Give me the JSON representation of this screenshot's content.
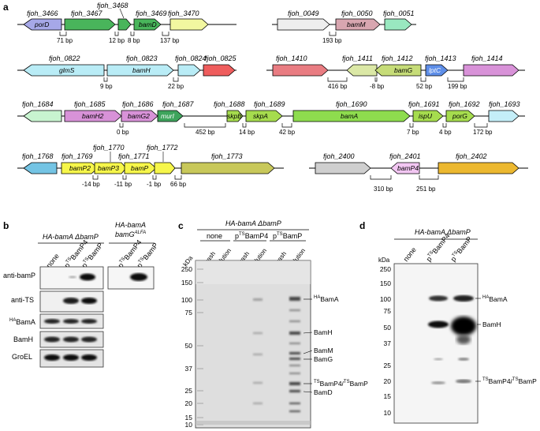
{
  "panels": {
    "a": "a",
    "b": "b",
    "c": "c",
    "d": "d"
  },
  "panel_a": {
    "row1_left": {
      "genes": [
        "fjoh_3466",
        "fjoh_3467",
        "fjoh_3468",
        "fjoh_3469",
        "fjoh_3470"
      ],
      "names": [
        "porD",
        "",
        "",
        "bamD",
        ""
      ],
      "gaps": [
        "71 bp",
        "12 bp",
        "8 bp",
        "137 bp"
      ]
    },
    "row1_right": {
      "genes": [
        "fjoh_0049",
        "fjoh_0050",
        "fjoh_0051"
      ],
      "names": [
        "",
        "bamM",
        ""
      ],
      "gaps": [
        "193 bp"
      ]
    },
    "row2_left": {
      "genes": [
        "fjoh_0822",
        "fjoh_0823",
        "fjoh_0824",
        "fjoh_0825"
      ],
      "names": [
        "glmS",
        "bamH",
        "",
        ""
      ],
      "gaps": [
        "9 bp",
        "22 bp"
      ]
    },
    "row2_right": {
      "genes": [
        "fjoh_1410",
        "fjoh_1411",
        "fjoh_1412",
        "fjoh_1413",
        "fjoh_1414"
      ],
      "names": [
        "",
        "",
        "bamG",
        "lptC",
        ""
      ],
      "gaps": [
        "416 bp",
        "-8 bp",
        "52 bp",
        "199 bp"
      ]
    },
    "row3": {
      "genes": [
        "fjoh_1684",
        "fjoh_1685",
        "fjoh_1686",
        "fjoh_1687",
        "fjoh_1688",
        "fjoh_1689",
        "fjoh_1690",
        "fjoh_1691",
        "fjoh_1692",
        "fjoh_1693"
      ],
      "names": [
        "",
        "bamH2",
        "bamG2",
        "murI",
        "skpB",
        "skpA",
        "bamA",
        "ispU",
        "porG",
        ""
      ],
      "gaps": [
        "0 bp",
        "452 bp",
        "14 bp",
        "42 bp",
        "7 bp",
        "4 bp",
        "172 bp"
      ]
    },
    "row4_left": {
      "genes": [
        "fjoh_1768",
        "fjoh_1769",
        "fjoh_1770",
        "fjoh_1771",
        "fjoh_1772",
        "fjoh_1773"
      ],
      "names": [
        "",
        "bamP2",
        "bamP3",
        "bamP",
        "",
        ""
      ],
      "gaps": [
        "-14 bp",
        "-11 bp",
        "-1 bp",
        "66 bp"
      ]
    },
    "row4_right": {
      "genes": [
        "fjoh_2400",
        "fjoh_2401",
        "fjoh_2402"
      ],
      "names": [
        "",
        "bamP4",
        ""
      ],
      "gaps": [
        "310 bp",
        "251 bp"
      ]
    }
  },
  "panel_b": {
    "title1": "HA-bamA ΔbamP",
    "title2_line1": "HA-bamA",
    "title2_line2": "bamG",
    "title2_sup": "ALFA",
    "lanes": [
      "none",
      "BamP4",
      "BamP"
    ],
    "lane_prefix": "p",
    "lane_sup": "TS",
    "lanes2": [
      "BamP4",
      "BamP"
    ],
    "rows": [
      "anti-bamP",
      "anti-TS",
      "BamA",
      "BamH",
      "GroEL"
    ],
    "row_sup": [
      "",
      "",
      "HA",
      "",
      ""
    ]
  },
  "panel_c": {
    "title": "HA-bamA ΔbamP",
    "groups": [
      "none",
      "BamP4",
      "BamP"
    ],
    "group_prefix": "p",
    "group_sup": "TS",
    "lanes": [
      "wash",
      "elution",
      "wash",
      "elution",
      "wash",
      "elution"
    ],
    "kda": "kDa",
    "markers": [
      "250",
      "150",
      "100",
      "75",
      "50",
      "37",
      "25",
      "20",
      "15",
      "10"
    ],
    "bands": [
      {
        "sup": "HA",
        "text": "BamA"
      },
      {
        "sup": "",
        "text": "BamH"
      },
      {
        "sup": "",
        "text": "BamM"
      },
      {
        "sup": "",
        "text": "BamG"
      },
      {
        "sup": "TS",
        "text": "BamP4/",
        "sup2": "TS",
        "text2": "BamP"
      },
      {
        "sup": "",
        "text": "BamD"
      }
    ]
  },
  "panel_d": {
    "title": "HA-bamA ΔbamP",
    "lanes": [
      "none",
      "BamP4",
      "BamP"
    ],
    "lane_prefix": "p",
    "lane_sup": "TS",
    "kda": "kDa",
    "markers": [
      "250",
      "150",
      "100",
      "75",
      "50",
      "37",
      "25",
      "20",
      "15",
      "10"
    ],
    "bands": [
      {
        "sup": "HA",
        "text": "BamA"
      },
      {
        "sup": "",
        "text": "BamH"
      },
      {
        "sup": "TS",
        "text": "BamP4/",
        "sup2": "TS",
        "text2": "BamP"
      }
    ]
  }
}
